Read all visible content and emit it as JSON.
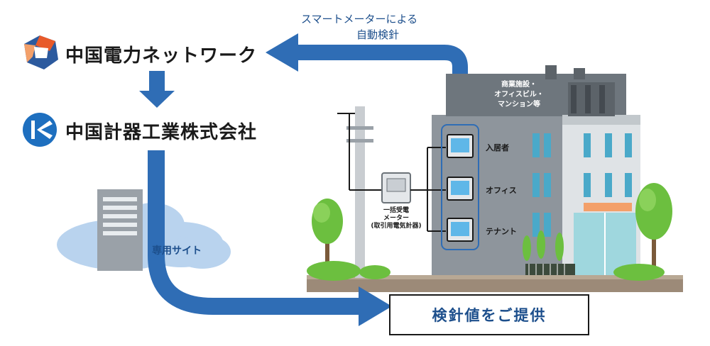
{
  "flow": {
    "smart_meter_line1": "スマートメーターによる",
    "smart_meter_line2": "自動検針",
    "dedicated_site": "専用サイト",
    "provide_value": "検針値をご提供"
  },
  "organizations": {
    "network": "中国電力ネットワーク",
    "meter_company": "中国計器工業株式会社"
  },
  "building": {
    "label_line1": "商業施設・",
    "label_line2": "オフィスビル・",
    "label_line3": "マンション等",
    "tenants": [
      "入居者",
      "オフィス",
      "テナント"
    ]
  },
  "bulk_meter": {
    "line1": "一括受電",
    "line2": "メーター",
    "line3": "(取引用電気計器)"
  },
  "colors": {
    "arrow_blue": "#2f6db5",
    "dark_blue": "#1d4f8c",
    "cloud_blue": "#b9d3ee",
    "building_gray": "#8e959c",
    "tree_green": "#6cbf3f"
  }
}
